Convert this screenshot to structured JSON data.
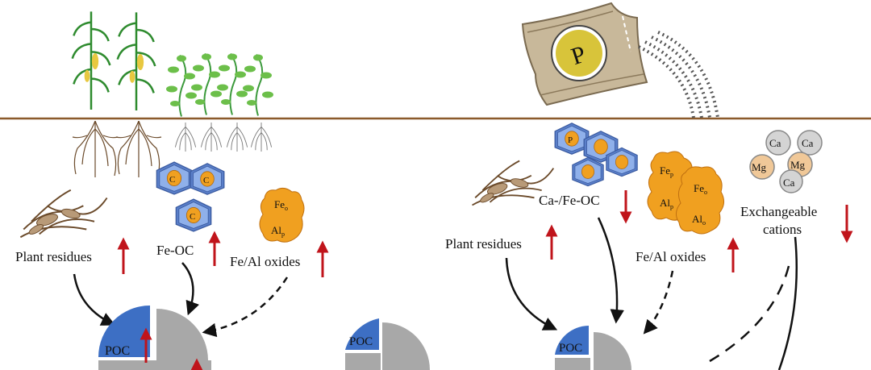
{
  "left_panel": {
    "labels": {
      "plant_residues": "Plant residues",
      "fe_oc": "Fe-OC",
      "oxides": "Fe/Al oxides",
      "poc": "POC"
    },
    "oxide_symbols": {
      "fe": "Fe",
      "fe_sub": "o",
      "al": "Al",
      "al_sub": "p"
    },
    "mineral_symbol": "C",
    "trends": {
      "plant_residues": "up",
      "fe_oc": "up",
      "oxides": "up",
      "poc": "up"
    }
  },
  "middle_panel": {
    "labels": {
      "poc": "POC"
    }
  },
  "right_panel": {
    "fertilizer_symbol": "P",
    "labels": {
      "plant_residues": "Plant residues",
      "ca_fe_oc": "Ca-/Fe-OC",
      "oxides": "Fe/Al oxides",
      "exchangeable_line1": "Exchangeable",
      "exchangeable_line2": "cations",
      "poc": "POC"
    },
    "oxide_symbols": {
      "fe1": "Fe",
      "fe1_sub": "p",
      "al1": "Al",
      "al1_sub": "p",
      "fe2": "Fe",
      "fe2_sub": "o",
      "al2": "Al",
      "al2_sub": "o"
    },
    "cations": [
      "Ca",
      "Ca",
      "Mg",
      "Mg",
      "Ca"
    ],
    "trends": {
      "plant_residues": "up",
      "ca_fe_oc": "down",
      "oxides": "up",
      "exchangeable": "down"
    }
  },
  "colors": {
    "ground_line": "#8b5a2b",
    "arrow_red": "#c0141b",
    "poc_blue": "#3d6fc4",
    "pie_gray": "#a8a8a8",
    "oxide_orange": "#f0a020",
    "mineral_blue": "#7aa0e0",
    "stem_green": "#2e8b2e",
    "bag_tan": "#c8b89a"
  }
}
